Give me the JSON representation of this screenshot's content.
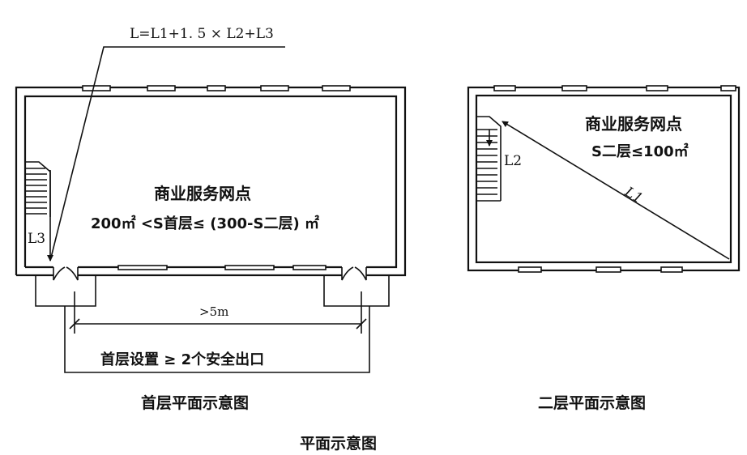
{
  "formula": "L=L1+1. 5 × L2+L3",
  "ground_floor": {
    "room_label": "商业服务网点",
    "area_condition": "200㎡ <S首层≤ (300-S二层) ㎡",
    "stair_path_label": "L3",
    "exit_distance_label": ">5m",
    "exit_requirement": "首层设置 ≥ 2个安全出口",
    "caption": "首层平面示意图"
  },
  "second_floor": {
    "room_label": "商业服务网点",
    "area_condition": "S二层≤100㎡",
    "stair_path_label": "L2",
    "diagonal_path_label": "L1",
    "caption": "二层平面示意图"
  },
  "figure_caption": "平面示意图"
}
